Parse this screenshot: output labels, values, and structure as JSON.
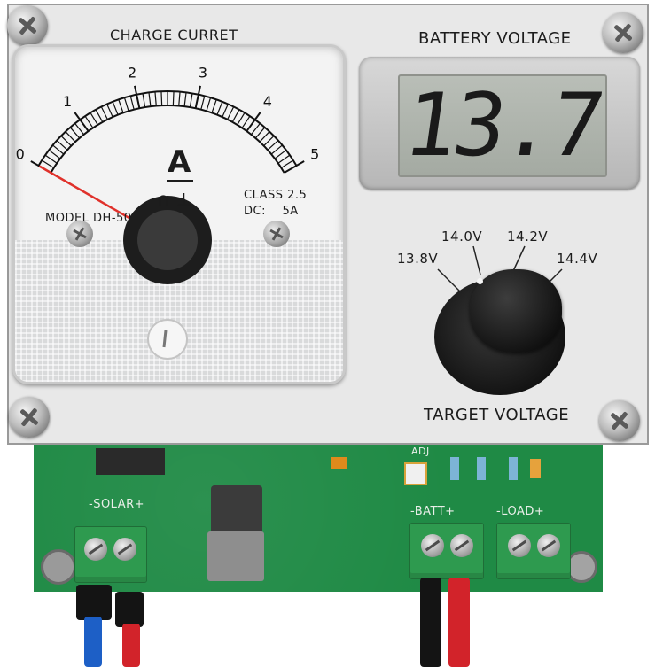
{
  "meter": {
    "title": "CHARGE CURRET",
    "scale_labels": [
      "0",
      "1",
      "2",
      "3",
      "4",
      "5"
    ],
    "unit": "A",
    "symbol": "∩ ⊥",
    "class_text": "CLASS 2.5",
    "dc_text": "DC:    5A",
    "model_text": "MODEL DH-50",
    "needle_value": 0,
    "scale_max": 5
  },
  "display": {
    "title": "BATTERY VOLTAGE",
    "reading": "13.7"
  },
  "knob": {
    "options": [
      "13.8V",
      "14.0V",
      "14.2V",
      "14.4V"
    ],
    "label": "TARGET VOLTAGE"
  },
  "board": {
    "solar_label": "-SOLAR+",
    "batt_label": "-BATT+",
    "load_label": "-LOAD+",
    "adj_label": "ADJ"
  },
  "colors": {
    "panel": "#e9e9e9",
    "pcb": "#1f8a45",
    "needle": "#e0312b",
    "wire_red": "#d2232a",
    "wire_blue": "#1d5fc6",
    "wire_black": "#141414"
  }
}
